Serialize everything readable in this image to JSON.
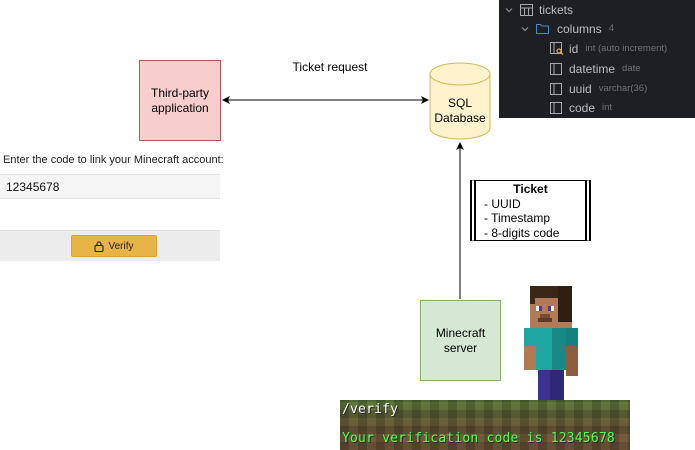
{
  "diagram": {
    "third_party": "Third-party application",
    "database": "SQL Database",
    "edge_label": "Ticket request",
    "minecraft_server": "Minecraft server",
    "ticket": {
      "title": "Ticket",
      "items": [
        "- UUID",
        "- Timestamp",
        "- 8-digits code"
      ]
    }
  },
  "form": {
    "prompt": "Enter the code to link your Minecraft account:",
    "code_value": "12345678",
    "verify_label": "Verify"
  },
  "ide": {
    "table_name": "tickets",
    "columns_label": "columns",
    "columns_count": "4",
    "columns": [
      {
        "name": "id",
        "type": "int (auto increment)"
      },
      {
        "name": "datetime",
        "type": "date"
      },
      {
        "name": "uuid",
        "type": "varchar(36)"
      },
      {
        "name": "code",
        "type": "int"
      }
    ]
  },
  "chat": {
    "command": "/verify",
    "message": "Your verification code is 12345678",
    "command_color": "#ffffff",
    "message_color": "#55ff55"
  },
  "colors": {
    "third_party_fill": "#f8cecc",
    "database_fill": "#fff2cc",
    "server_fill": "#d5e8d4"
  }
}
